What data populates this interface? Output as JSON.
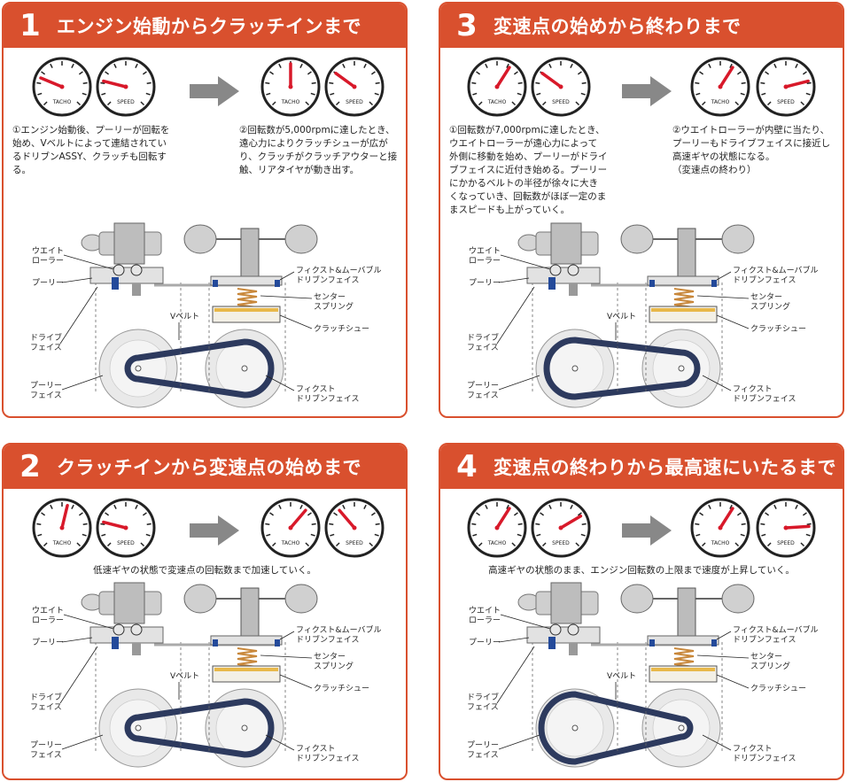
{
  "gauge_labels": {
    "tacho": "TACHO",
    "speed": "SPEED"
  },
  "mech_labels": {
    "weight_roller": "ウエイト\nローラー",
    "pulley": "プーリー",
    "drive_face": "ドライブ\nフェイス",
    "pulley_face": "プーリー\nフェイス",
    "v_belt": "Vベルト",
    "fixed_movable": "フィクスト&ムーバブル\nドリブンフェイス",
    "center_spring": "センター\nスプリング",
    "clutch_shoe": "クラッチシュー",
    "fixed_driven": "フィクスト\nドリブンフェイス"
  },
  "panels": [
    {
      "number": "1",
      "title": "エンジン始動からクラッチインまで",
      "desc_left": "①エンジン始動後、プーリーが回転を\n始め、Vベルトによって連結されてい\nるドリブンASSY、クラッチも回転す\nる。",
      "desc_right": "②回転数が5,000rpmに達したとき、\n遠心力によりクラッチシューが広が\nり、クラッチがクラッチアウターと接\n触、リアタイヤが動き出す。",
      "desc_center": "",
      "gauges": {
        "tacho_before": 0.25,
        "speed_before": 0.22,
        "tacho_after": 0.5,
        "speed_after": 0.3
      },
      "belt": "initial"
    },
    {
      "number": "3",
      "title": "変速点の始めから終わりまで",
      "desc_left": "①回転数が7,000rpmに達したとき、\nウエイトローラーが遠心力によって\n外側に移動を始め、プーリーがドライ\nブフェイスに近付き始める。プーリー\nにかかるベルトの半径が徐々に大き\nくなっていき、回転数がほぼ一定のま\nまスピードも上がっていく。",
      "desc_right": "②ウエイトローラーが内壁に当たり、\nプーリーもドライブフェイスに接近し\n高速ギヤの状態になる。\n（変速点の終わり）",
      "desc_center": "",
      "gauges": {
        "tacho_before": 0.62,
        "speed_before": 0.3,
        "tacho_after": 0.62,
        "speed_after": 0.78
      },
      "belt": "middle"
    },
    {
      "number": "2",
      "title": "クラッチインから変速点の始めまで",
      "desc_left": "",
      "desc_right": "",
      "desc_center": "低速ギヤの状態で変速点の回転数まで加速していく。",
      "gauges": {
        "tacho_before": 0.55,
        "speed_before": 0.22,
        "tacho_after": 0.65,
        "speed_after": 0.35
      },
      "belt": "initial"
    },
    {
      "number": "4",
      "title": "変速点の終わりから最高速にいたるまで",
      "desc_left": "",
      "desc_right": "",
      "desc_center": "高速ギヤの状態のまま、エンジン回転数の上限まで速度が上昇していく。",
      "gauges": {
        "tacho_before": 0.62,
        "speed_before": 0.72,
        "tacho_after": 0.62,
        "speed_after": 0.82
      },
      "belt": "high"
    }
  ]
}
